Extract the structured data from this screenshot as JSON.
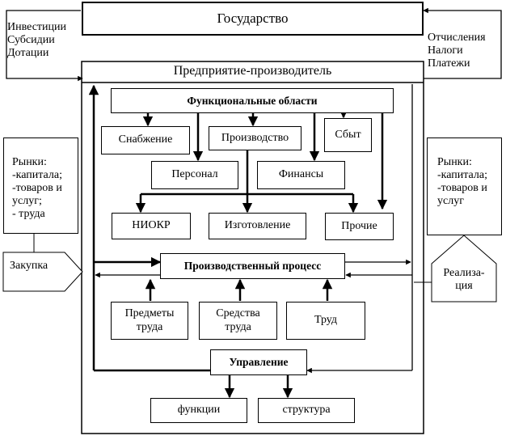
{
  "state": {
    "label": "Государство"
  },
  "enterprise": {
    "label": "Предприятие-производитель"
  },
  "state_to_enterprise": {
    "text": "Инвестиции\nСубсидии\nДотации"
  },
  "enterprise_to_state": {
    "text": "Отчисления\nНалоги\nПлатежи"
  },
  "functional_areas": {
    "label": "Функциональные области"
  },
  "areas": {
    "supply": "Снабжение",
    "production": "Производство",
    "sales": "Сбыт",
    "personnel": "Персонал",
    "finance": "Финансы",
    "rnd": "НИОКР",
    "manufacturing": "Изготовление",
    "other": "Прочие"
  },
  "production_process": {
    "label": "Производственный процесс"
  },
  "factors": {
    "objects": "Предметы\nтруда",
    "means": "Средства\nтруда",
    "labor": "Труд"
  },
  "management": {
    "label": "Управление"
  },
  "management_parts": {
    "functions": "функции",
    "structure": "структура"
  },
  "left_market": {
    "text": "Рынки:\n-капитала;\n-товаров и\nуслуг;\n- труда"
  },
  "right_market": {
    "text": "Рынки:\n-капитала;\n-товаров и\nуслуг"
  },
  "purchase": {
    "label": "Закупка"
  },
  "realization": {
    "label": "Реализа-\nция"
  }
}
